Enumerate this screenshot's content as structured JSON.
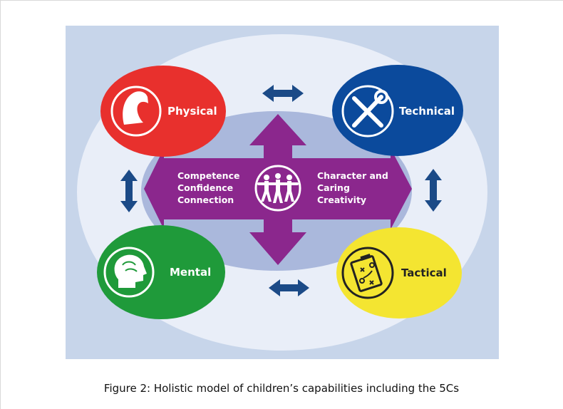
{
  "caption": "Figure 2: Holistic model of children’s capabilities including the 5Cs",
  "center": {
    "left_lines": [
      "Competence",
      "Confidence",
      "Connection"
    ],
    "right_lines": [
      "Character and",
      "Caring",
      "Creativity"
    ],
    "icon": "people-chain-icon"
  },
  "capabilities": [
    {
      "label": "Physical",
      "icon": "flexed-arm-icon",
      "color": "#e8302d"
    },
    {
      "label": "Technical",
      "icon": "tools-icon",
      "color": "#0b4a9c"
    },
    {
      "label": "Mental",
      "icon": "head-brain-icon",
      "color": "#1f9a3a"
    },
    {
      "label": "Tactical",
      "icon": "clipboard-play-icon",
      "color": "#f4e531"
    }
  ],
  "colors": {
    "panel": "#c7d5ea",
    "outer_ellipse": "#e9eef8",
    "inner_ellipse": "#aab8dc",
    "cross": "#8b278d",
    "arrow": "#1b4a87"
  }
}
